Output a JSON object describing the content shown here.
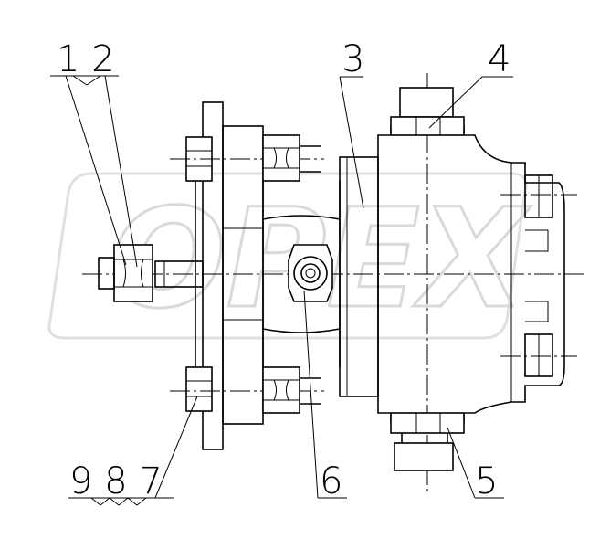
{
  "watermark": "OPEX",
  "callouts": {
    "c12": "1 2",
    "c3": "3",
    "c4": "4",
    "c5": "5",
    "c6": "6",
    "c987": "9 8 7"
  }
}
